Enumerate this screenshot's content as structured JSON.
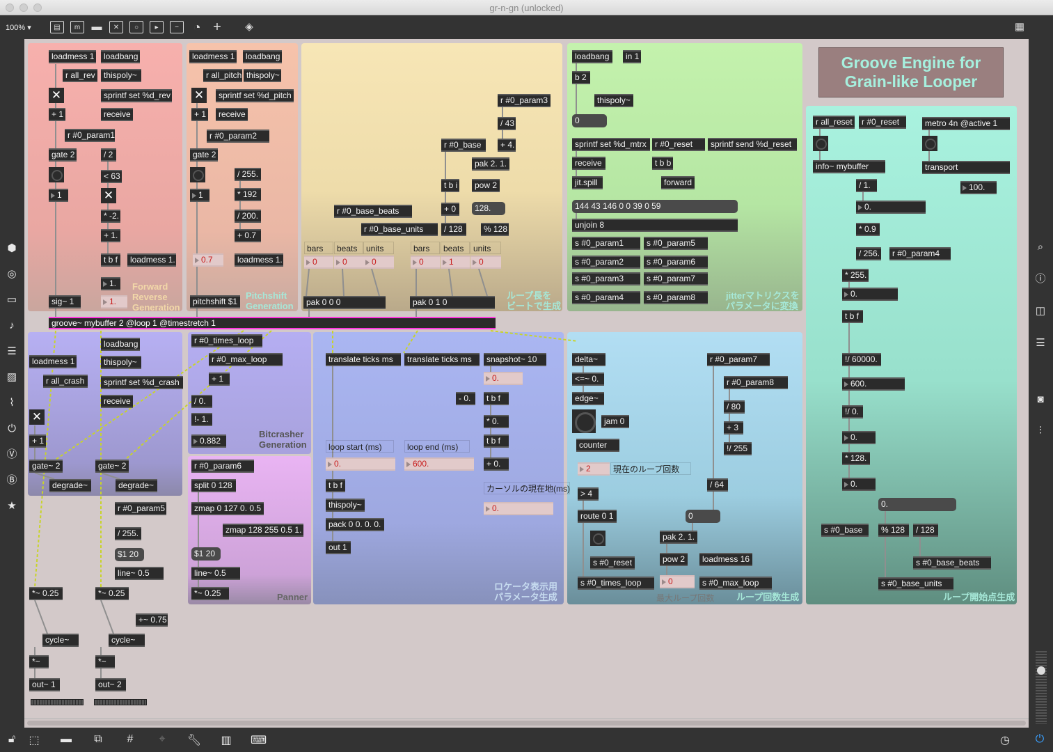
{
  "window": {
    "title": "gr-n-gn (unlocked)",
    "zoom": "100%"
  },
  "toolbar_icons": [
    "presentation-icon",
    "message-icon",
    "comment-icon",
    "toggle-icon",
    "button-icon",
    "play-icon",
    "slider-icon",
    "dial-icon",
    "plus-icon",
    "paint-bucket-icon"
  ],
  "title_box": {
    "line1": "Groove Engine for",
    "line2": "Grain-like Looper"
  },
  "groove": "groove~ mybuffer 2 @loop 1 @timestretch 1",
  "colors": {
    "accent_cord": "#ff38e0",
    "object_bg": "#2b2b2b",
    "number_text": "#c81c1c"
  },
  "panels": {
    "rev": {
      "comment": "Forward\nReverse\nGeneration",
      "objects": [
        "loadmess 1",
        "loadbang",
        "r all_rev",
        "thispoly~",
        "",
        "sprintf set %d_rev",
        "receive",
        "+ 1",
        "r #0_param1",
        "gate 2",
        "/ 2",
        "",
        "< 63",
        "1",
        "",
        "* -2.",
        "+ 1.",
        "t b f",
        "loadmess 1.",
        "1.",
        "1.",
        "sig~ 1"
      ]
    },
    "pitch": {
      "comment": "Pitchshift\nGeneration",
      "objects": [
        "loadmess 1",
        "loadbang",
        "r all_pitch",
        "thispoly~",
        "",
        "sprintf set %d_pitch",
        "+ 1",
        "receive",
        "r #0_param2",
        "gate 2",
        "/ 255.",
        "",
        "* 192",
        "1",
        "/ 200.",
        "+ 0.7",
        "0.7",
        "loadmess 1.",
        "pitchshift $1"
      ]
    },
    "beat": {
      "comment": "ループ長を\nビートで生成",
      "objects": [
        "r #0_param3",
        "/ 43",
        "r #0_base",
        "+ 4.",
        "pak 2. 1.",
        "t b i",
        "pow 2",
        "+ 0",
        "128.",
        "r #0_base_beats",
        "r #0_base_units",
        "/ 128",
        "% 128",
        "0",
        "0",
        "0",
        "0",
        "1",
        "0",
        "pak 0 0 0",
        "pak 0 1 0"
      ],
      "labels": [
        "bars",
        "beats",
        "units",
        "bars",
        "beats",
        "units"
      ]
    },
    "mtrx": {
      "comment": "jitterマトリクスを\nパラメータに変換",
      "objects": [
        "loadbang",
        "in 1",
        "b 2",
        "thispoly~",
        "0",
        "sprintf set %d_mtrx",
        "r #0_reset",
        "sprintf send %d_reset",
        "receive",
        "t b b",
        "jit.spill",
        "forward",
        "144 43 146 0 0 39 0 59",
        "unjoin 8",
        "s #0_param1",
        "s #0_param5",
        "s #0_param2",
        "s #0_param6",
        "s #0_param3",
        "s #0_param7",
        "s #0_param4",
        "s #0_param8"
      ]
    },
    "start": {
      "comment": "ループ開始点生成",
      "objects": [
        "r all_reset",
        "r #0_reset",
        "metro 4n @active 1",
        "",
        "",
        "info~ mybuffer",
        "transport",
        "/ 1.",
        "100.",
        "0.",
        "* 0.9",
        "/ 256.",
        "r #0_param4",
        "* 255.",
        "0.",
        "t b f",
        "!/ 60000.",
        "600.",
        "!/ 0.",
        "0.",
        "* 128.",
        "0.",
        "0.",
        "s #0_base",
        "% 128",
        "/ 128",
        "s #0_base_beats",
        "s #0_base_units"
      ]
    },
    "crash": {
      "objects": [
        "loadbang",
        "loadmess 1",
        "thispoly~",
        "r all_crash",
        "sprintf set %d_crash",
        "receive",
        "",
        "+ 1",
        "gate~ 2",
        "gate~ 2",
        "degrade~",
        "degrade~"
      ]
    },
    "bit": {
      "comment": "Bitcrasher\nGeneration",
      "objects": [
        "r #0_times_loop",
        "r #0_max_loop",
        "+ 1",
        "/ 0.",
        "!- 1.",
        "0.882"
      ]
    },
    "pan": {
      "comment": "Panner",
      "objects": [
        "r #0_param6",
        "split 0 128",
        "zmap 0 127 0. 0.5",
        "zmap 128 255 0.5 1.",
        "$1 20",
        "line~ 0.5",
        "*~ 0.25"
      ]
    },
    "out": {
      "objects": [
        "r #0_param5",
        "/ 255.",
        "$1 20",
        "line~ 0.5",
        "*~ 0.25",
        "*~ 0.25",
        "+~ 0.75",
        "cycle~",
        "cycle~",
        "*~",
        "*~",
        "out~ 1",
        "out~ 2"
      ]
    },
    "loc": {
      "comment": "ロケータ表示用\nパラメータ生成",
      "objects": [
        "translate ticks ms",
        "translate ticks ms",
        "snapshot~ 10",
        "0.",
        "- 0.",
        "t b f",
        "* 0.",
        "t b f",
        "+ 0.",
        "0.",
        "600.",
        "0.",
        "t b f",
        "thispoly~",
        "pack 0 0. 0. 0.",
        "out 1"
      ],
      "labels": [
        "loop start (ms)",
        "loop end (ms)",
        "カーソルの現在地(ms)"
      ]
    },
    "count": {
      "comment": "ループ回数生成",
      "objects": [
        "delta~",
        "<=~ 0.",
        "edge~",
        "",
        "jam 0",
        "counter",
        "2",
        "> 4",
        "route 0 1",
        "",
        "s #0_reset",
        "s #0_times_loop",
        "r #0_param7",
        "r #0_param8",
        "/ 80",
        "+ 3",
        "!/ 255",
        "/ 64",
        "0",
        "pak 2. 1.",
        "pow 2",
        "loadmess 16",
        "0",
        "s #0_max_loop"
      ],
      "labels": [
        "現在のループ回数",
        "最大ループ回数"
      ]
    }
  }
}
